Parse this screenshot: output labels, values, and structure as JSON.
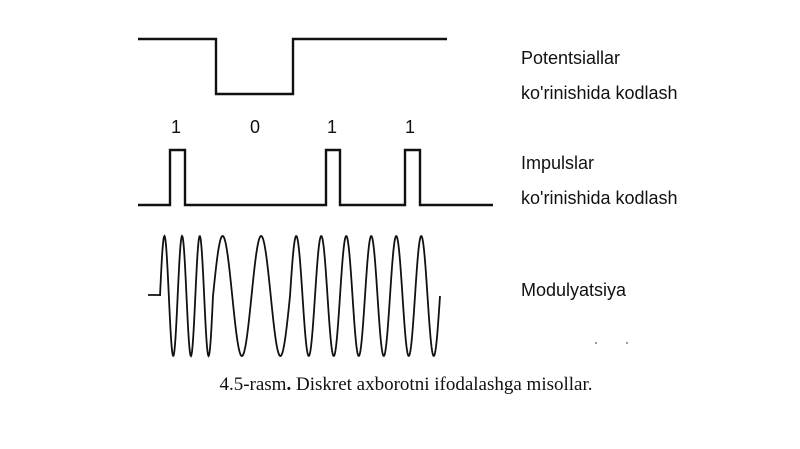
{
  "labels": {
    "potential": [
      "Potentsiallar",
      "ko'rinishida kodlash"
    ],
    "impulse": [
      "Impulslar",
      "ko'rinishida kodlash"
    ],
    "modulation": "Modulyatsiya"
  },
  "bits": [
    "1",
    "0",
    "1",
    "1"
  ],
  "caption": {
    "prefix": "4.5-rasm",
    "dot": ".",
    "text": " Diskret axborotni ifodalashga misollar."
  },
  "colors": {
    "ink": "#111111",
    "background": "#ffffff"
  }
}
